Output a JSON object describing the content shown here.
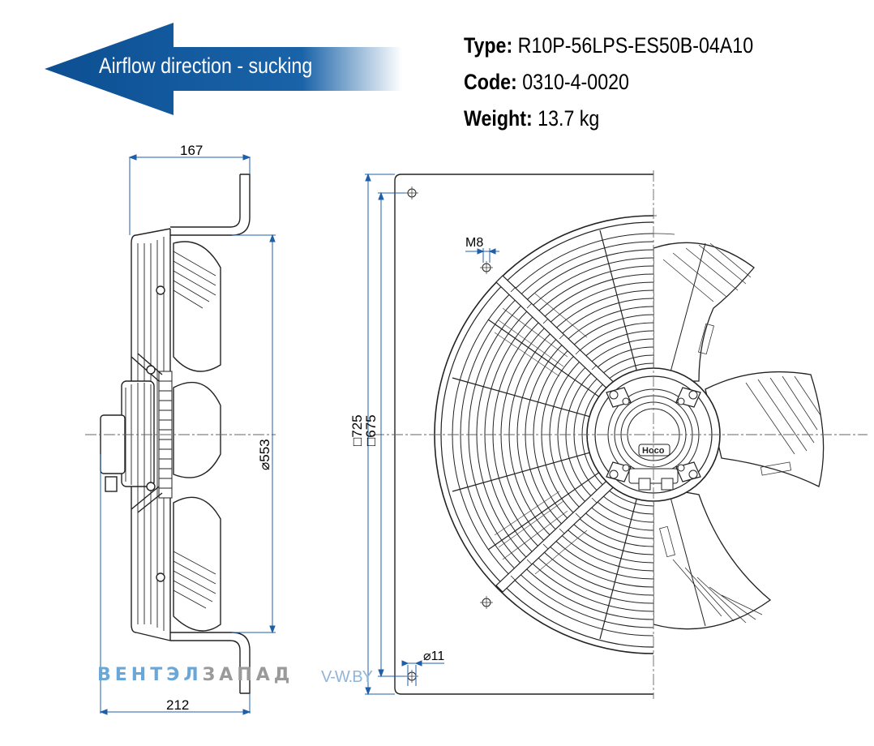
{
  "airflow": {
    "label": "Airflow direction - sucking"
  },
  "specs": {
    "type_label": "Type:",
    "type_value": "R10P-56LPS-ES50B-04A10",
    "code_label": "Code:",
    "code_value": "0310-4-0020",
    "weight_label": "Weight:",
    "weight_value": "13.7 kg"
  },
  "dimensions": {
    "depth": "167",
    "overall_depth": "212",
    "diameter": "⌀553",
    "plate_outer": "□725",
    "plate_inner": "□675",
    "thread": "M8",
    "hole": "⌀11"
  },
  "watermark": {
    "brand_a": "ВЕНТЭЛ",
    "brand_b": "ЗАПАД",
    "site": "V-W.BY"
  },
  "logo_text": "Hoco",
  "colors": {
    "dimension": "#1f5fa8",
    "line": "#222222",
    "arrow": "#0c4f92"
  }
}
